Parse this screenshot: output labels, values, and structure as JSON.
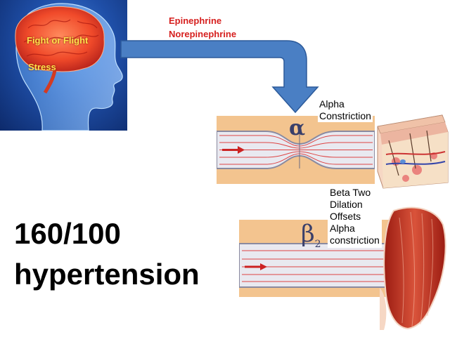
{
  "head": {
    "fight_or_flight_label": "Fight or Flight",
    "stress_label": "Stress"
  },
  "hormones": {
    "line1": "Epinephrine",
    "line2": "Norepinephrine"
  },
  "alpha": {
    "symbol": "α",
    "caption_line1": "Alpha",
    "caption_line2": "Constriction"
  },
  "beta": {
    "symbol": "β",
    "subscript": "2",
    "caption_lines": [
      "Beta Two",
      "Dilation",
      "Offsets",
      "Alpha",
      "constriction"
    ]
  },
  "reading": {
    "value": "160/100",
    "label": "hypertension"
  },
  "colors": {
    "arrow": "#4a7fc4",
    "arrow_outline": "#2c5a9a",
    "hormone_text": "#d6201f",
    "brain_label": "#ffe14d",
    "vessel_bg": "#f3c48f"
  }
}
